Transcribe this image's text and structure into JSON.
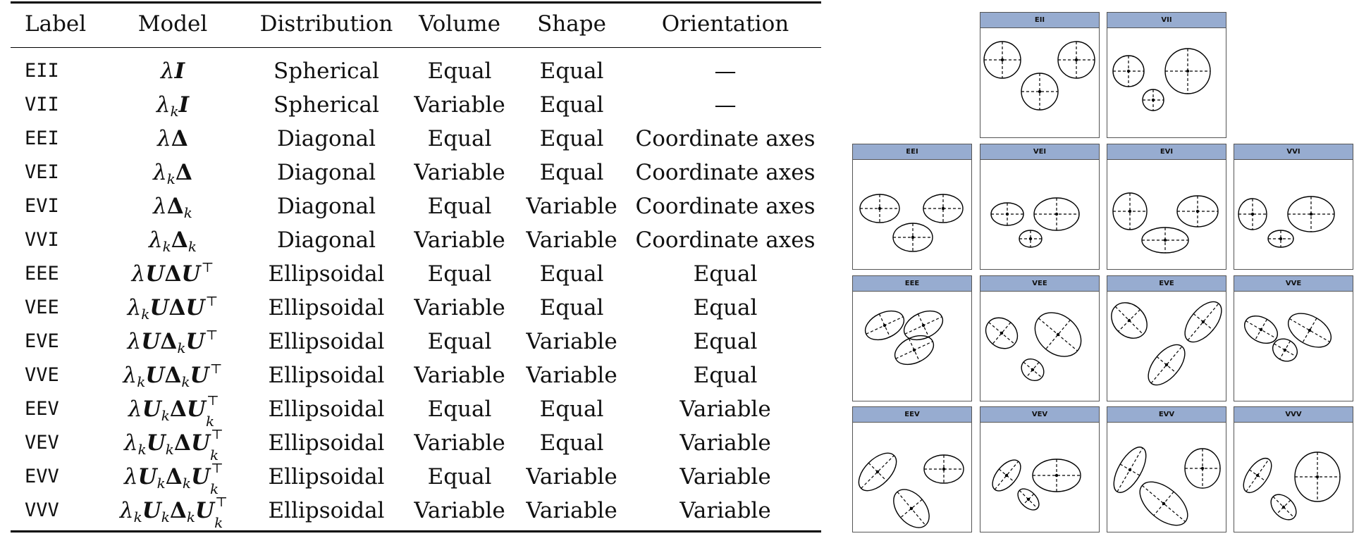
{
  "table": {
    "headers": [
      "Label",
      "Model",
      "Distribution",
      "Volume",
      "Shape",
      "Orientation"
    ],
    "rows": [
      {
        "label": "EII",
        "model": "λI",
        "distribution": "Spherical",
        "volume": "Equal",
        "shape": "Equal",
        "orientation": "—"
      },
      {
        "label": "VII",
        "model": "λkI",
        "distribution": "Spherical",
        "volume": "Variable",
        "shape": "Equal",
        "orientation": "—"
      },
      {
        "label": "EEI",
        "model": "λΔ",
        "distribution": "Diagonal",
        "volume": "Equal",
        "shape": "Equal",
        "orientation": "Coordinate axes"
      },
      {
        "label": "VEI",
        "model": "λkΔ",
        "distribution": "Diagonal",
        "volume": "Variable",
        "shape": "Equal",
        "orientation": "Coordinate axes"
      },
      {
        "label": "EVI",
        "model": "λΔk",
        "distribution": "Diagonal",
        "volume": "Equal",
        "shape": "Variable",
        "orientation": "Coordinate axes"
      },
      {
        "label": "VVI",
        "model": "λkΔk",
        "distribution": "Diagonal",
        "volume": "Variable",
        "shape": "Variable",
        "orientation": "Coordinate axes"
      },
      {
        "label": "EEE",
        "model": "λUΔU⊤",
        "distribution": "Ellipsoidal",
        "volume": "Equal",
        "shape": "Equal",
        "orientation": "Equal"
      },
      {
        "label": "VEE",
        "model": "λkUΔU⊤",
        "distribution": "Ellipsoidal",
        "volume": "Variable",
        "shape": "Equal",
        "orientation": "Equal"
      },
      {
        "label": "EVE",
        "model": "λUΔkU⊤",
        "distribution": "Ellipsoidal",
        "volume": "Equal",
        "shape": "Variable",
        "orientation": "Equal"
      },
      {
        "label": "VVE",
        "model": "λkUΔkU⊤",
        "distribution": "Ellipsoidal",
        "volume": "Variable",
        "shape": "Variable",
        "orientation": "Equal"
      },
      {
        "label": "EEV",
        "model": "λUkΔUk⊤",
        "distribution": "Ellipsoidal",
        "volume": "Equal",
        "shape": "Equal",
        "orientation": "Variable"
      },
      {
        "label": "VEV",
        "model": "λkUkΔUk⊤",
        "distribution": "Ellipsoidal",
        "volume": "Variable",
        "shape": "Equal",
        "orientation": "Variable"
      },
      {
        "label": "EVV",
        "model": "λUkΔkUk⊤",
        "distribution": "Ellipsoidal",
        "volume": "Equal",
        "shape": "Variable",
        "orientation": "Variable"
      },
      {
        "label": "VVV",
        "model": "λkUkΔkUk⊤",
        "distribution": "Ellipsoidal",
        "volume": "Variable",
        "shape": "Variable",
        "orientation": "Variable"
      }
    ]
  },
  "panels": [
    {
      "title": "EII",
      "ellipses": [
        {
          "rx": 26,
          "ry": 26,
          "deg": 0
        },
        {
          "rx": 26,
          "ry": 26,
          "deg": 0
        },
        {
          "rx": 26,
          "ry": 26,
          "deg": 0
        }
      ]
    },
    {
      "title": "VII",
      "ellipses": [
        {
          "rx": 22,
          "ry": 22,
          "deg": 0
        },
        {
          "rx": 32,
          "ry": 32,
          "deg": 0
        },
        {
          "rx": 15,
          "ry": 15,
          "deg": 0
        }
      ]
    },
    {
      "title": "EEI",
      "ellipses": [
        {
          "rx": 28,
          "ry": 20,
          "deg": 0
        },
        {
          "rx": 28,
          "ry": 20,
          "deg": 0
        },
        {
          "rx": 28,
          "ry": 20,
          "deg": 0
        }
      ]
    },
    {
      "title": "VEI",
      "ellipses": [
        {
          "rx": 23,
          "ry": 16,
          "deg": 0
        },
        {
          "rx": 32,
          "ry": 23,
          "deg": 0
        },
        {
          "rx": 16,
          "ry": 12,
          "deg": 0
        }
      ]
    },
    {
      "title": "EVI",
      "ellipses": [
        {
          "rx": 24,
          "ry": 26,
          "deg": 0
        },
        {
          "rx": 29,
          "ry": 22,
          "deg": 0
        },
        {
          "rx": 33,
          "ry": 18,
          "deg": 0
        }
      ]
    },
    {
      "title": "VVI",
      "ellipses": [
        {
          "rx": 20,
          "ry": 22,
          "deg": 0
        },
        {
          "rx": 33,
          "ry": 25,
          "deg": 0
        },
        {
          "rx": 18,
          "ry": 12,
          "deg": 0
        }
      ]
    },
    {
      "title": "EEE",
      "ellipses": [
        {
          "rx": 29,
          "ry": 18,
          "deg": -25
        },
        {
          "rx": 29,
          "ry": 18,
          "deg": -25
        },
        {
          "rx": 29,
          "ry": 18,
          "deg": -25
        }
      ]
    },
    {
      "title": "VEE",
      "ellipses": [
        {
          "rx": 24,
          "ry": 20,
          "deg": 40
        },
        {
          "rx": 36,
          "ry": 27,
          "deg": 40
        },
        {
          "rx": 17,
          "ry": 14,
          "deg": 40
        }
      ]
    },
    {
      "title": "EVE",
      "ellipses": [
        {
          "rx": 28,
          "ry": 22,
          "deg": 45
        },
        {
          "rx": 34,
          "ry": 18,
          "deg": -50
        },
        {
          "rx": 34,
          "ry": 18,
          "deg": -50
        }
      ]
    },
    {
      "title": "VVE",
      "ellipses": [
        {
          "rx": 25,
          "ry": 17,
          "deg": 30
        },
        {
          "rx": 33,
          "ry": 20,
          "deg": 30
        },
        {
          "rx": 18,
          "ry": 15,
          "deg": 30
        }
      ]
    },
    {
      "title": "EEV",
      "ellipses": [
        {
          "rx": 33,
          "ry": 18,
          "deg": -45
        },
        {
          "rx": 28,
          "ry": 20,
          "deg": 0
        },
        {
          "rx": 31,
          "ry": 20,
          "deg": 50
        }
      ]
    },
    {
      "title": "VEV",
      "ellipses": [
        {
          "rx": 26,
          "ry": 14,
          "deg": -50
        },
        {
          "rx": 34,
          "ry": 23,
          "deg": 0
        },
        {
          "rx": 18,
          "ry": 11,
          "deg": 45
        }
      ]
    },
    {
      "title": "EVV",
      "ellipses": [
        {
          "rx": 36,
          "ry": 16,
          "deg": -60
        },
        {
          "rx": 25,
          "ry": 28,
          "deg": 0
        },
        {
          "rx": 40,
          "ry": 22,
          "deg": 40
        }
      ]
    },
    {
      "title": "VVV",
      "ellipses": [
        {
          "rx": 28,
          "ry": 14,
          "deg": -55
        },
        {
          "rx": 32,
          "ry": 35,
          "deg": 0
        },
        {
          "rx": 21,
          "ry": 14,
          "deg": 45
        }
      ]
    }
  ]
}
